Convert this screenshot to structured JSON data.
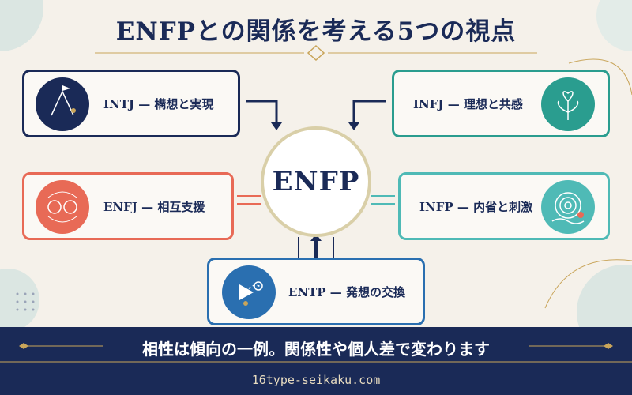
{
  "title": "ENFPとの関係を考える5つの視点",
  "center": {
    "label": "ENFP"
  },
  "cards": {
    "intj": {
      "label": "INTJ — 構想と実現"
    },
    "infj": {
      "label": "INFJ — 理想と共感"
    },
    "enfj": {
      "label": "ENFJ — 相互支援"
    },
    "infp": {
      "label": "INFP — 内省と刺激"
    },
    "entp": {
      "label": "ENTP — 発想の交換"
    }
  },
  "footer": {
    "note": "相性は傾向の一例。関係性や個人差で変わります",
    "url": "16type-seikaku.com"
  },
  "colors": {
    "navy": "#1a2a57",
    "teal": "#2a9d8f",
    "coral": "#e86a56",
    "aqua": "#4fbab6",
    "blue": "#2a6fb0",
    "gold": "#c9a55a"
  }
}
